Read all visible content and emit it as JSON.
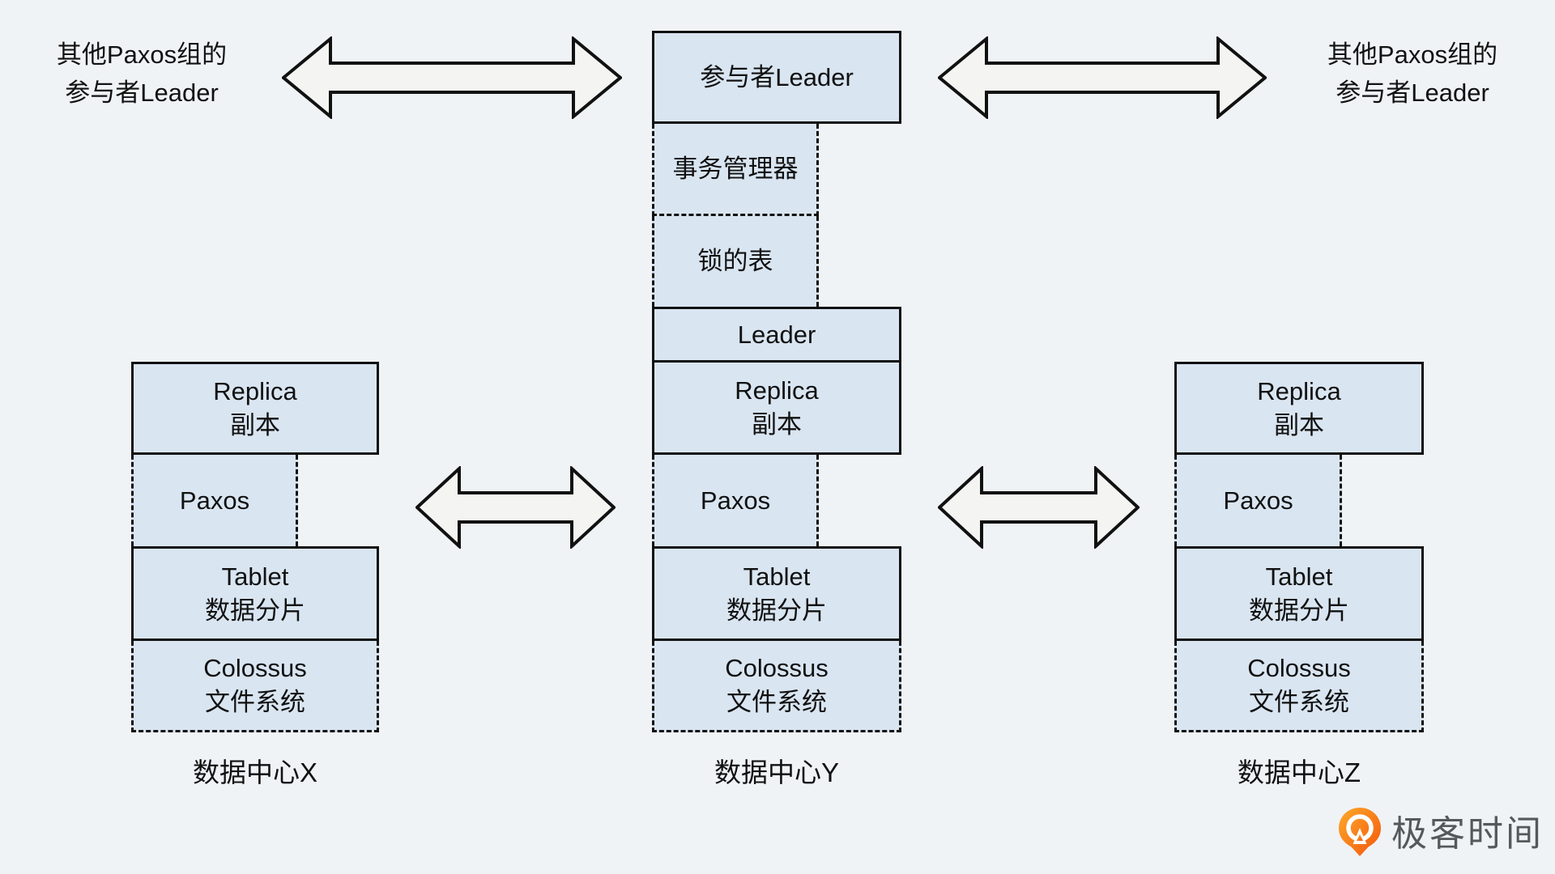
{
  "palette": {
    "background": "#eff3f6",
    "box_fill": "#d9e5f1",
    "box_border": "#111111",
    "arrow_fill": "#f4f4f2",
    "text": "#111111",
    "logo_orange_light": "#fda92c",
    "logo_orange_dark": "#f4560b",
    "logo_text_gray": "#55585c"
  },
  "labels": {
    "other_paxos_left": {
      "line1": "其他Paxos组的",
      "line2": "参与者Leader"
    },
    "other_paxos_right": {
      "line1": "其他Paxos组的",
      "line2": "参与者Leader"
    }
  },
  "center_stack": {
    "participant_leader": "参与者Leader",
    "transaction_manager": "事务管理器",
    "lock_table": "锁的表",
    "leader": "Leader"
  },
  "datacenters": [
    {
      "name": "数据中心X",
      "replica": {
        "en": "Replica",
        "zh": "副本"
      },
      "paxos": "Paxos",
      "tablet": {
        "en": "Tablet",
        "zh": "数据分片"
      },
      "colossus": {
        "en": "Colossus",
        "zh": "文件系统"
      }
    },
    {
      "name": "数据中心Y",
      "replica": {
        "en": "Replica",
        "zh": "副本"
      },
      "paxos": "Paxos",
      "tablet": {
        "en": "Tablet",
        "zh": "数据分片"
      },
      "colossus": {
        "en": "Colossus",
        "zh": "文件系统"
      }
    },
    {
      "name": "数据中心Z",
      "replica": {
        "en": "Replica",
        "zh": "副本"
      },
      "paxos": "Paxos",
      "tablet": {
        "en": "Tablet",
        "zh": "数据分片"
      },
      "colossus": {
        "en": "Colossus",
        "zh": "文件系统"
      }
    }
  ],
  "icons": {
    "double_arrow": "double-headed-arrow",
    "logo_pin": "geektime-pin-icon"
  },
  "logo": {
    "text": "极客时间"
  }
}
